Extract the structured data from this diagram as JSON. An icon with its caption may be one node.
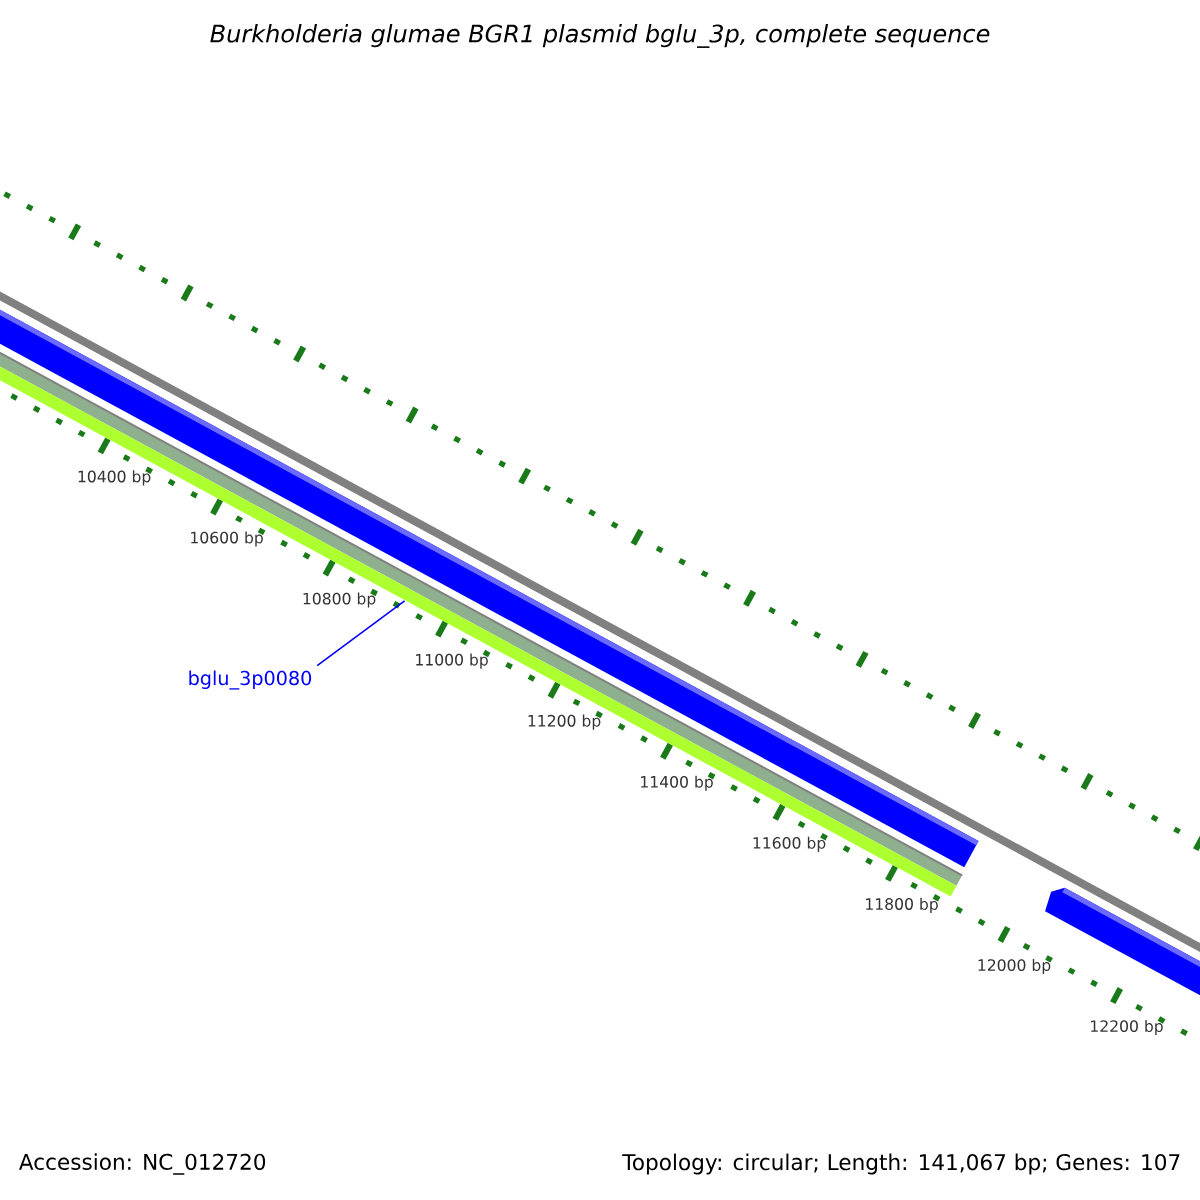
{
  "diagram": {
    "title": "Burkholderia glumae BGR1 plasmid bglu_3p, complete sequence",
    "nodes": [
      {
        "text": [
          "bglu_3p0080"
        ]
      },
      {
        "text": [],
        "shape": "bar"
      }
    ],
    "edges": [
      {
        "from": 0,
        "to": 1,
        "arrow": "none",
        "color": "#0000ff"
      }
    ],
    "labels": [
      "10400 bp",
      "10600 bp",
      "10800 bp",
      "11000 bp",
      "11200 bp",
      "11400 bp",
      "11600 bp",
      "11800 bp",
      "12000 bp",
      "12200 bp",
      "Accession: NC_012720",
      "Topology: circular; Length: 141,067 bp; Genes: 107"
    ]
  }
}
